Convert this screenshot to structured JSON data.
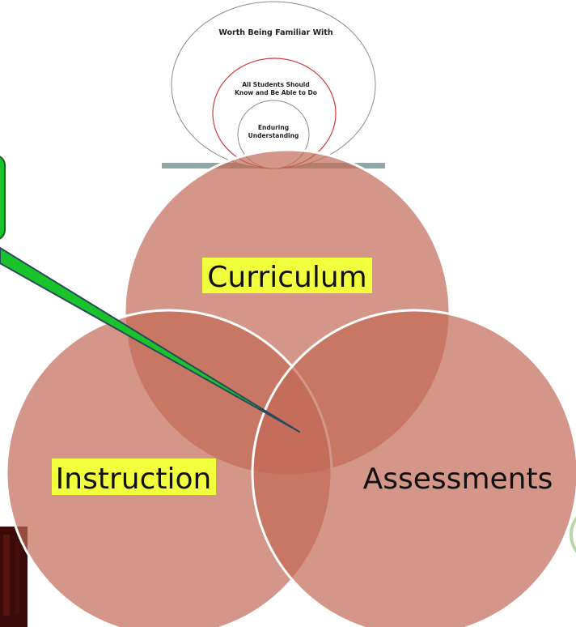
{
  "nested_circles": {
    "outer": "Worth Being Familiar With",
    "middle_line1": "All Students Should",
    "middle_line2": "Know and Be Able to Do",
    "inner_line1": "Enduring",
    "inner_line2": "Understanding"
  },
  "venn": {
    "top": "Curriculum",
    "left": "Instruction",
    "right": "Assessments"
  },
  "colors": {
    "circle_fill": "#c26a55",
    "overlap_fill": "#a8402a",
    "highlight": "#f2ff3c",
    "callout_fill": "#19c32b",
    "shelf": "#8fa8a6",
    "middle_ring": "#d23a3a"
  }
}
